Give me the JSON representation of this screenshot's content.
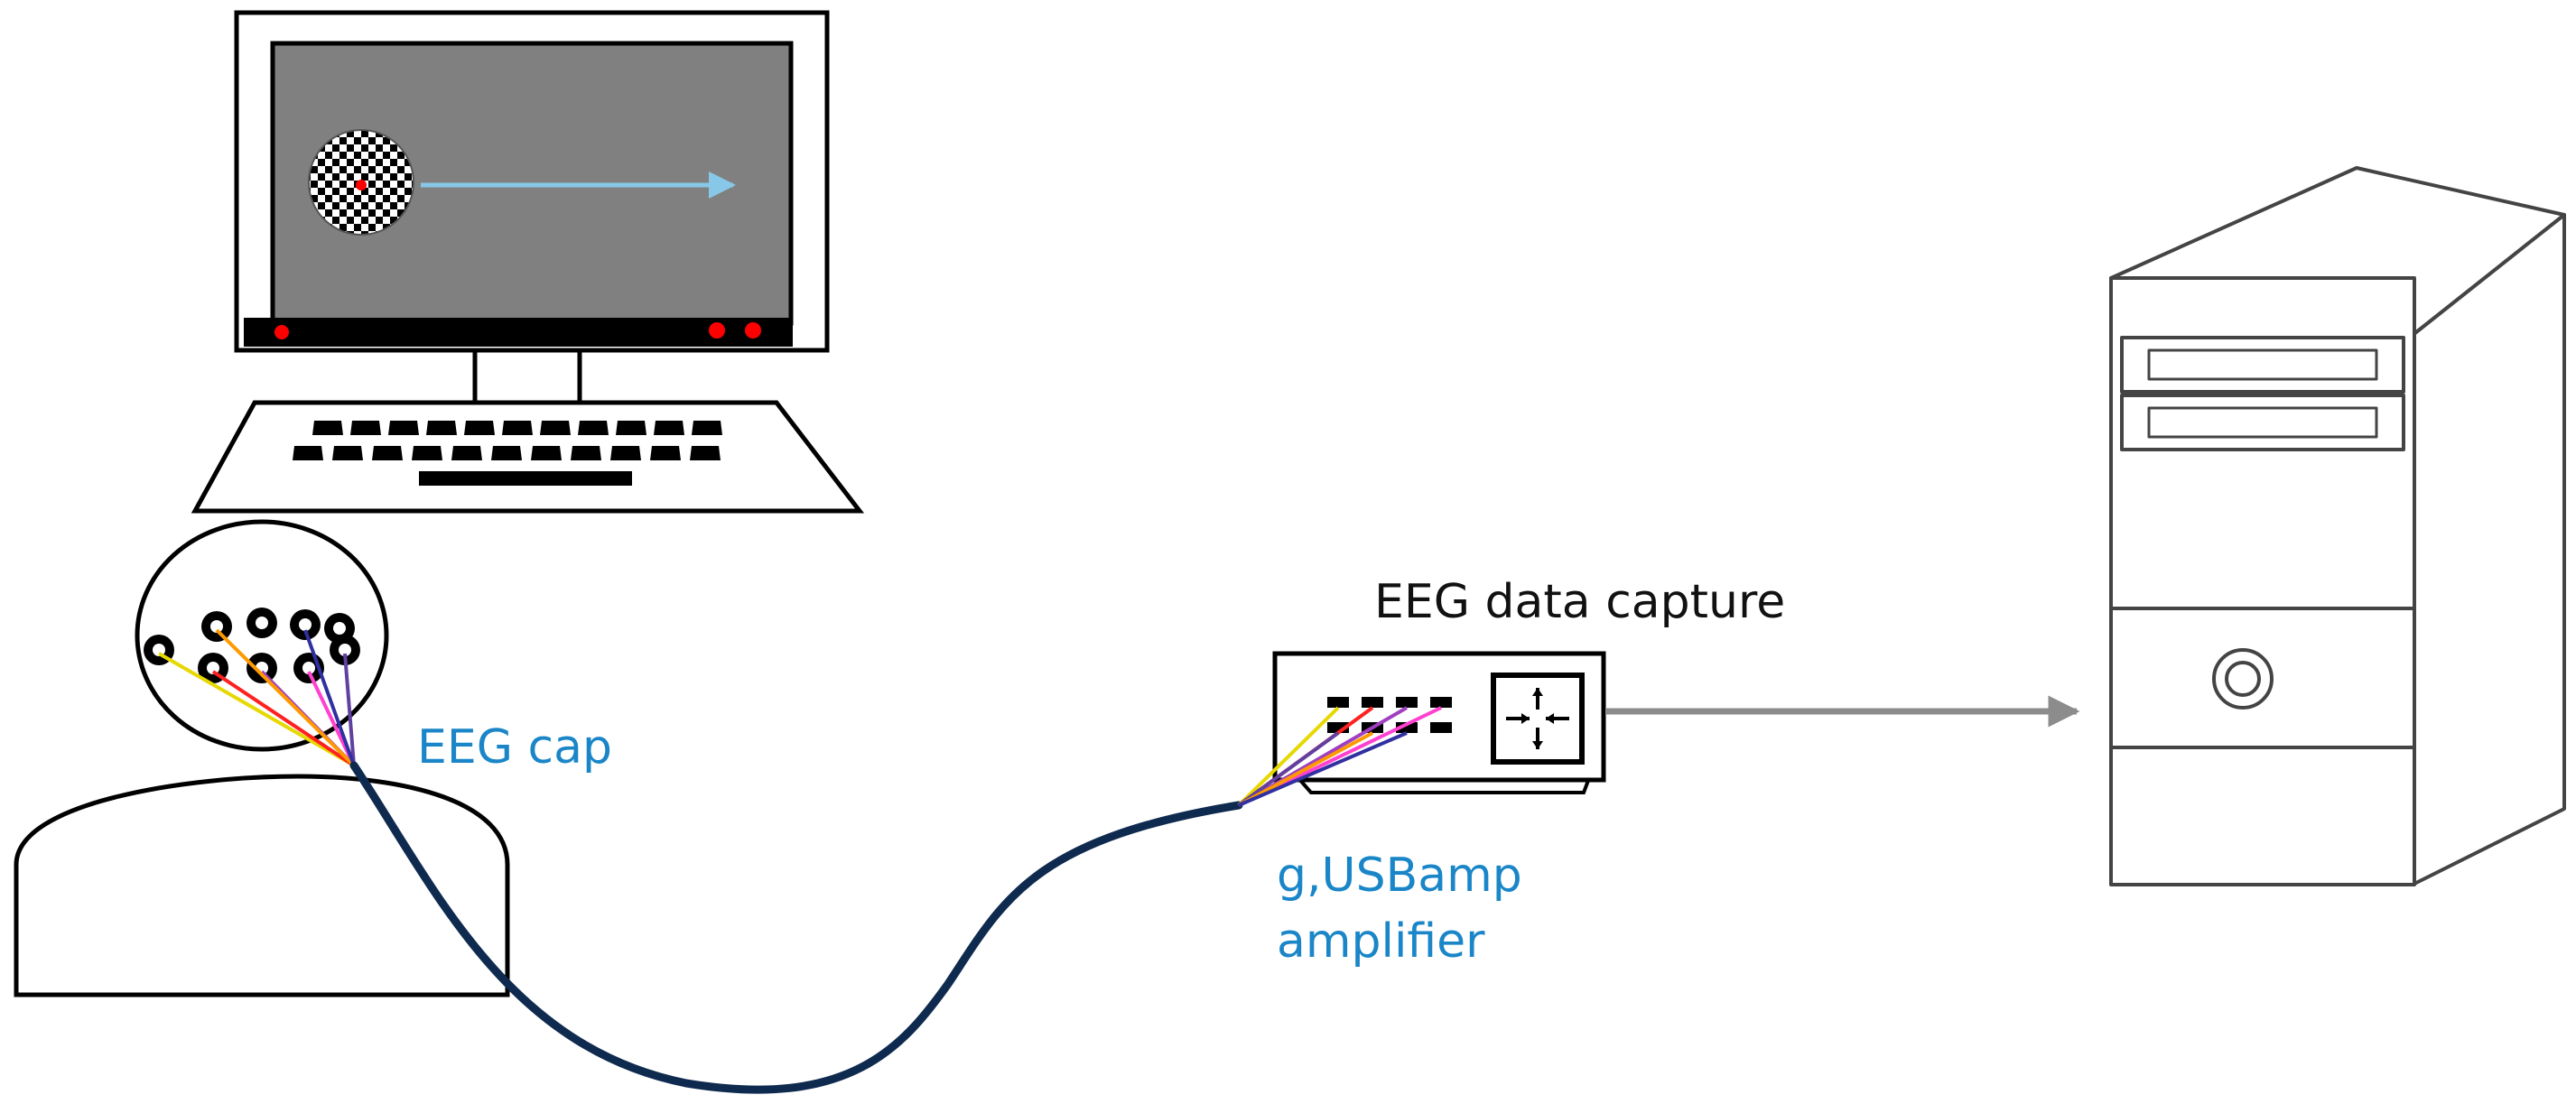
{
  "labels": {
    "eeg_cap": "EEG cap",
    "data_capture": "EEG data capture",
    "amplifier_line1": "g,USBamp",
    "amplifier_line2": "amplifier"
  },
  "colors": {
    "label_blue": "#1a86c8",
    "cable": "#0f2a4f",
    "arrow_gray": "#8c8c8c",
    "stimulus_arrow": "#87c8e8",
    "screen_gray": "#808080",
    "indicator_red": "#ff0000"
  },
  "electrode_wire_colors": [
    "#e6d800",
    "#ff2020",
    "#a040c0",
    "#ff40d0",
    "#6040a0",
    "#ff9900",
    "#3030a0"
  ],
  "icons": [
    "monitor-icon",
    "keyboard-icon",
    "person-icon",
    "eeg-cap-icon",
    "amplifier-icon",
    "computer-tower-icon"
  ]
}
